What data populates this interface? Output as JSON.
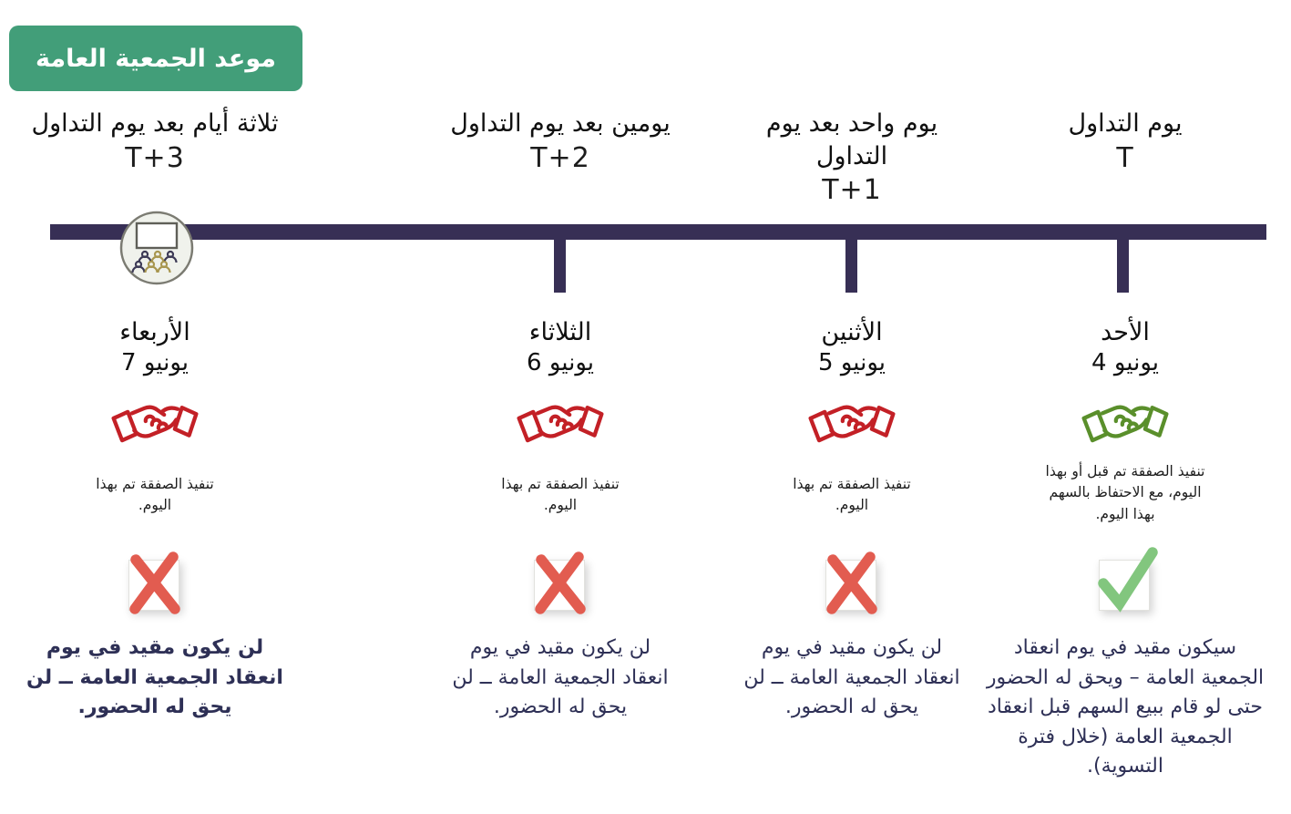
{
  "header": {
    "title": "موعد الجمعية العامة"
  },
  "colors": {
    "header_bg": "#429e79",
    "header_text": "#ffffff",
    "timeline": "#372f55",
    "handshake_red": "#c32026",
    "handshake_green": "#5a8f2b",
    "cross_red": "#e25c50",
    "check_green": "#82c67e",
    "outcome_text": "#2e3056",
    "person_dark": "#3d3a56",
    "person_gold": "#a8964f"
  },
  "columns": [
    {
      "id": "T",
      "offset_label": "يوم التداول",
      "t_label": "T",
      "weekday": "الأحد",
      "date": "4 يونيو",
      "handshake_icon": "green-handshake",
      "handshake_color": "#5a8f2b",
      "exec_note": "تنفيذ الصفقة تم قبل أو بهذا اليوم، مع الاحتفاظ بالسهم بهذا اليوم.",
      "mark": "check",
      "mark_color": "#82c67e",
      "outcome": "سيكون مقيد في يوم انعقاد الجمعية العامة – ويحق له الحضور حتى لو قام ببيع السهم قبل انعقاد الجمعية العامة (خلال فترة التسوية)."
    },
    {
      "id": "T+1",
      "offset_label": "يوم واحد بعد يوم التداول",
      "t_label": "T+1",
      "weekday": "الأثنين",
      "date": "5 يونيو",
      "handshake_icon": "red-handshake",
      "handshake_color": "#c32026",
      "exec_note": "تنفيذ الصفقة تم بهذا اليوم.",
      "mark": "cross",
      "mark_color": "#e25c50",
      "outcome": "لن يكون مقيد في يوم انعقاد الجمعية العامة ــ لن يحق له الحضور."
    },
    {
      "id": "T+2",
      "offset_label": "يومين بعد يوم التداول",
      "t_label": "T+2",
      "weekday": "الثلاثاء",
      "date": "6 يونيو",
      "handshake_icon": "red-handshake",
      "handshake_color": "#c32026",
      "exec_note": "تنفيذ الصفقة تم بهذا اليوم.",
      "mark": "cross",
      "mark_color": "#e25c50",
      "outcome": "لن يكون مقيد في يوم انعقاد الجمعية العامة ــ لن يحق له الحضور."
    },
    {
      "id": "T+3",
      "offset_label": "ثلاثة أيام بعد يوم التداول",
      "t_label": "T+3",
      "weekday": "الأربعاء",
      "date": "7 يونيو",
      "handshake_icon": "red-handshake",
      "handshake_color": "#c32026",
      "exec_note": "تنفيذ الصفقة تم بهذا اليوم.",
      "mark": "cross",
      "mark_color": "#e25c50",
      "outcome": "لن يكون مقيد في يوم انعقاد الجمعية العامة ــ لن يحق له الحضور."
    }
  ]
}
